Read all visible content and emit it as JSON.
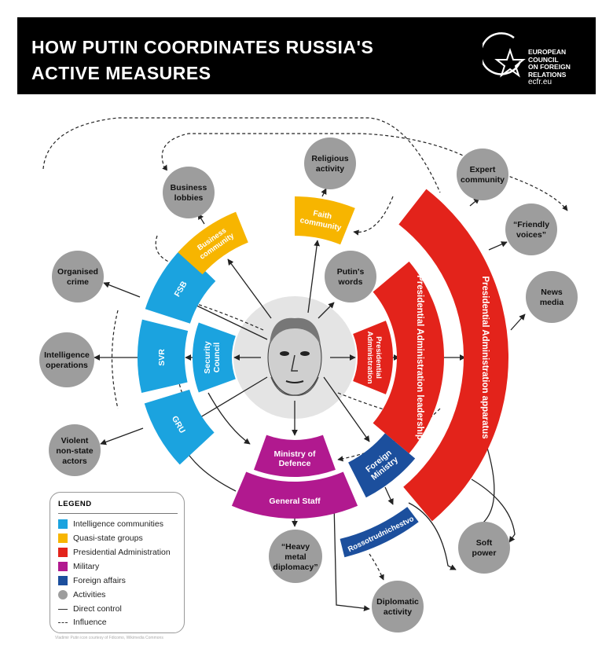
{
  "header": {
    "title_line1": "HOW PUTIN COORDINATES RUSSIA'S",
    "title_line2": "ACTIVE MEASURES",
    "logo": {
      "lines": [
        "EUROPEAN",
        "COUNCIL",
        "ON FOREIGN",
        "RELATIONS"
      ],
      "url": "ecfr.eu"
    }
  },
  "colors": {
    "intelligence": "#1ba3df",
    "quasi_state": "#f7b500",
    "presidential": "#e3231b",
    "military": "#b1198f",
    "foreign": "#1c4f9d",
    "activities": "#9d9d9d"
  },
  "segments": {
    "security_council": [
      "Security",
      "Council"
    ],
    "fsb": [
      "FSB"
    ],
    "svr": [
      "SVR"
    ],
    "gru": [
      "GRU"
    ],
    "presidential_administration": [
      "Presidential",
      "Administration"
    ],
    "pa_leadership": [
      "Presidential Administration leadership"
    ],
    "pa_apparatus": [
      "Presidential Administration apparatus"
    ],
    "business_community": [
      "Business",
      "community"
    ],
    "faith_community": [
      "Faith",
      "community"
    ],
    "ministry_of_defence": [
      "Ministry of",
      "Defence"
    ],
    "general_staff": [
      "General Staff"
    ],
    "foreign_ministry": [
      "Foreign",
      "Ministry"
    ],
    "rossotrudnichestvo": [
      "Rossotrudnichestvo"
    ]
  },
  "activities": {
    "business_lobbies": [
      "Business",
      "lobbies"
    ],
    "religious_activity": [
      "Religious",
      "activity"
    ],
    "expert_community": [
      "Expert",
      "community"
    ],
    "friendly_voices": [
      "“Friendly",
      "voices”"
    ],
    "news_media": [
      "News",
      "media"
    ],
    "putins_words": [
      "Putin's",
      "words"
    ],
    "organised_crime": [
      "Organised",
      "crime"
    ],
    "intelligence_operations": [
      "Intelligence",
      "operations"
    ],
    "violent_actors": [
      "Violent",
      "non-state",
      "actors"
    ],
    "heavy_metal": [
      "“Heavy",
      "metal",
      "diplomacy”"
    ],
    "soft_power": [
      "Soft",
      "power"
    ],
    "diplomatic_activity": [
      "Diplomatic",
      "activity"
    ]
  },
  "legend": {
    "title": "LEGEND",
    "items": [
      {
        "label": "Intelligence communities"
      },
      {
        "label": "Quasi-state groups"
      },
      {
        "label": "Presidential Administration"
      },
      {
        "label": "Military"
      },
      {
        "label": "Foreign affairs"
      },
      {
        "label": "Activities"
      },
      {
        "label": "Direct control"
      },
      {
        "label": "Influence"
      }
    ]
  },
  "credit": "Vladimir Putin icon courtesy of Fdicomo, Wikimedia Commons"
}
